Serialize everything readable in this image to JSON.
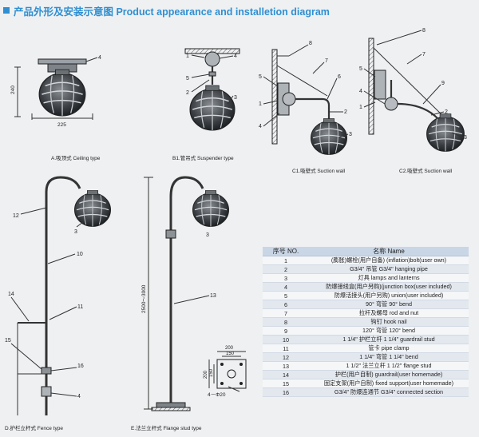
{
  "title": "产品外形及安装示意图 Product appearance and installetion diagram",
  "diagrams": {
    "a": {
      "caption": "A.吸顶式 Ceiling type",
      "dim_height": "240",
      "dim_width": "225"
    },
    "b1": {
      "caption": "B1.管吊式 Suspender type"
    },
    "c1": {
      "caption": "C1.吸壁式  Suction wall"
    },
    "c2": {
      "caption": "C2.吸壁式  Suction wall"
    },
    "d": {
      "caption": "D.护栏立杆式 Fence type"
    },
    "e": {
      "caption": "E.法兰立杆式 Flange stud type",
      "dim_height": "2500～3000",
      "dim_200_top": "200",
      "dim_150_top": "150",
      "dim_200_side": "200",
      "dim_150_side": "150",
      "holes": "4－Φ20"
    }
  },
  "callouts": {
    "a": [
      "4"
    ],
    "b1": [
      "1",
      "4",
      "5",
      "2",
      "3"
    ],
    "c1": [
      "8",
      "7",
      "5",
      "6",
      "1",
      "4",
      "2",
      "3"
    ],
    "c2": [
      "8",
      "7",
      "5",
      "4",
      "9",
      "1",
      "2",
      "3"
    ],
    "d": [
      "12",
      "3",
      "10",
      "14",
      "11",
      "15",
      "16",
      "4"
    ],
    "e": [
      "3",
      "13"
    ]
  },
  "parts_table": {
    "header": {
      "no": "序号 NO.",
      "name": "名称 Name"
    },
    "rows": [
      {
        "no": "1",
        "name": "(膨胀)螺栓(用户自备) (inflation)bolt(user own)"
      },
      {
        "no": "2",
        "name": "G3/4\" 吊管  G3/4\" hanging pipe"
      },
      {
        "no": "3",
        "name": "灯具 lamps and lanterns"
      },
      {
        "no": "4",
        "name": "防爆接线盒(用户另购)(junction box(user included)"
      },
      {
        "no": "5",
        "name": "防爆活接头(用户另购) union(user included)"
      },
      {
        "no": "6",
        "name": "90° 弯管 90° bend"
      },
      {
        "no": "7",
        "name": "拉杆及螺母 rod and nut"
      },
      {
        "no": "8",
        "name": "钩钉  hook nail"
      },
      {
        "no": "9",
        "name": "120° 弯管 120° bend"
      },
      {
        "no": "10",
        "name": "1 1/4\" 护栏立杆 1 1/4\" guardrail stud"
      },
      {
        "no": "11",
        "name": "管卡  pipe clamp"
      },
      {
        "no": "12",
        "name": "1 1/4\" 弯管 1 1/4\" bend"
      },
      {
        "no": "13",
        "name": "1 1/2\" 法兰立杆 1 1/2\" flange stud"
      },
      {
        "no": "14",
        "name": "护栏(用户自制) guardrail(user homemade)"
      },
      {
        "no": "15",
        "name": "固定支架(用户自制) fixed support(user homemade)"
      },
      {
        "no": "16",
        "name": "G3/4\" 防爆连通节 G3/4\" connected section"
      }
    ]
  },
  "colors": {
    "title": "#2f8fd1",
    "table_header": "#c9d6e6",
    "line": "#333333"
  }
}
